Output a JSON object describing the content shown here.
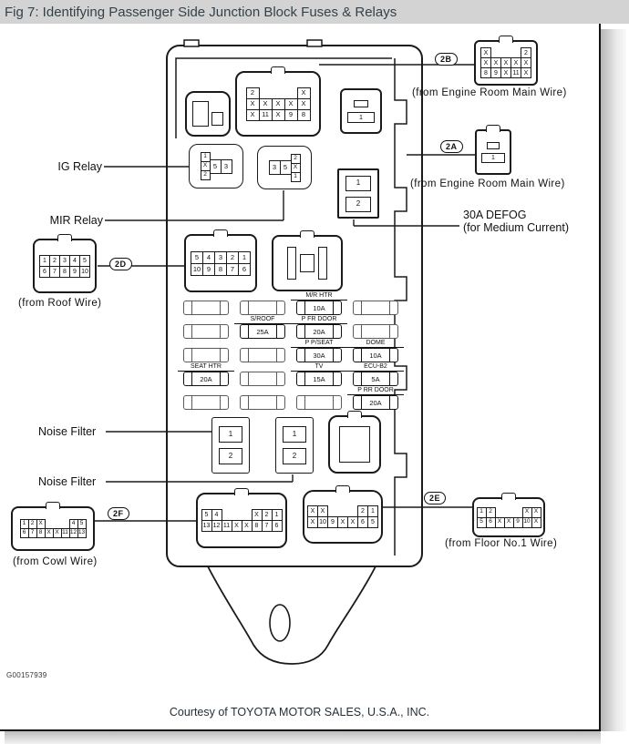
{
  "title": "Fig 7: Identifying Passenger Side Junction Block Fuses & Relays",
  "footer": {
    "figure_code": "G00157939",
    "courtesy": "Courtesy of TOYOTA MOTOR SALES, U.S.A., INC."
  },
  "callouts": {
    "ig_relay": "IG Relay",
    "mir_relay": "MIR Relay",
    "noise_filter_top": "Noise Filter",
    "noise_filter_bottom": "Noise Filter",
    "defog_title": "30A DEFOG",
    "defog_subtitle": "(for Medium Current)"
  },
  "external_connectors": {
    "c2b": {
      "tag": "2B",
      "caption": "(from Engine Room Main Wire)",
      "rows": [
        [
          "X",
          "",
          "",
          "",
          "2"
        ],
        [
          "X",
          "X",
          "X",
          "X",
          "X"
        ],
        [
          "8",
          "9",
          "X",
          "11",
          "X"
        ]
      ]
    },
    "c2a": {
      "tag": "2A",
      "caption": "(from Engine Room Main Wire)",
      "rows": [
        [
          "1"
        ]
      ]
    },
    "c2d": {
      "tag": "2D",
      "caption": "(from Roof Wire)",
      "rows": [
        [
          "1",
          "2",
          "3",
          "4",
          "5"
        ],
        [
          "6",
          "7",
          "8",
          "9",
          "10"
        ]
      ]
    },
    "c2f": {
      "tag": "2F",
      "caption": "(from Cowl Wire)",
      "rows": [
        [
          "1",
          "2",
          "X",
          "",
          "",
          "",
          "4",
          "5"
        ],
        [
          "6",
          "7",
          "8",
          "X",
          "X",
          "11",
          "12",
          "13"
        ]
      ]
    },
    "c2e": {
      "tag": "2E",
      "caption": "(from Floor No.1 Wire)",
      "rows": [
        [
          "1",
          "2",
          "",
          "",
          "",
          "X",
          "X"
        ],
        [
          "5",
          "6",
          "X",
          "X",
          "9",
          "10",
          "X"
        ]
      ]
    }
  },
  "internal_connectors": {
    "top_main": {
      "rows": [
        [
          "2",
          "",
          "",
          "",
          "X"
        ],
        [
          "X",
          "X",
          "X",
          "X",
          "X"
        ],
        [
          "X",
          "11",
          "X",
          "9",
          "8"
        ]
      ]
    },
    "top_right": {
      "rows": [
        [
          "1"
        ]
      ]
    },
    "mid_left": {
      "rows": [
        [
          "5",
          "4",
          "3",
          "2",
          "1"
        ],
        [
          "10",
          "9",
          "8",
          "7",
          "6"
        ]
      ]
    },
    "bottom_left": {
      "rows": [
        [
          "5",
          "4",
          "",
          "",
          "",
          "X",
          "2",
          "1"
        ],
        [
          "13",
          "12",
          "11",
          "X",
          "X",
          "8",
          "7",
          "6"
        ]
      ]
    },
    "bottom_right": {
      "rows": [
        [
          "X",
          "X",
          "",
          "",
          "",
          "2",
          "1"
        ],
        [
          "X",
          "10",
          "9",
          "X",
          "X",
          "6",
          "5"
        ]
      ]
    }
  },
  "relays": {
    "ig": {
      "stack": [
        [
          "1"
        ],
        [
          "X"
        ],
        [
          "2"
        ]
      ],
      "pair": [
        [
          "5",
          "3"
        ]
      ]
    },
    "mir": {
      "pair": [
        [
          "3",
          "5"
        ]
      ],
      "stack": [
        [
          "2"
        ],
        [
          "X"
        ],
        [
          "1"
        ]
      ]
    }
  },
  "defog_block": {
    "rows": [
      [
        "1"
      ],
      [
        "2"
      ]
    ]
  },
  "noise_filters": {
    "top": {
      "rows": [
        [
          "1"
        ],
        [
          "2"
        ]
      ]
    },
    "bottom": {
      "rows": [
        [
          "1"
        ],
        [
          "2"
        ]
      ]
    }
  },
  "fuse_grid": {
    "rows": [
      [
        null,
        null,
        {
          "label": "M/R HTR",
          "amp": "10A"
        },
        null
      ],
      [
        null,
        {
          "label": "S/ROOF",
          "amp": "25A"
        },
        {
          "label": "P FR DOOR",
          "amp": "20A"
        },
        null
      ],
      [
        null,
        null,
        {
          "label": "P P/SEAT",
          "amp": "30A"
        },
        {
          "label": "DOME",
          "amp": "10A"
        }
      ],
      [
        {
          "label": "SEAT HTR",
          "amp": "20A"
        },
        null,
        {
          "label": "TV",
          "amp": "15A"
        },
        {
          "label": "ECU-B2",
          "amp": "5A"
        }
      ],
      [
        null,
        null,
        null,
        {
          "label": "P RR DOOR",
          "amp": "20A"
        }
      ]
    ]
  }
}
